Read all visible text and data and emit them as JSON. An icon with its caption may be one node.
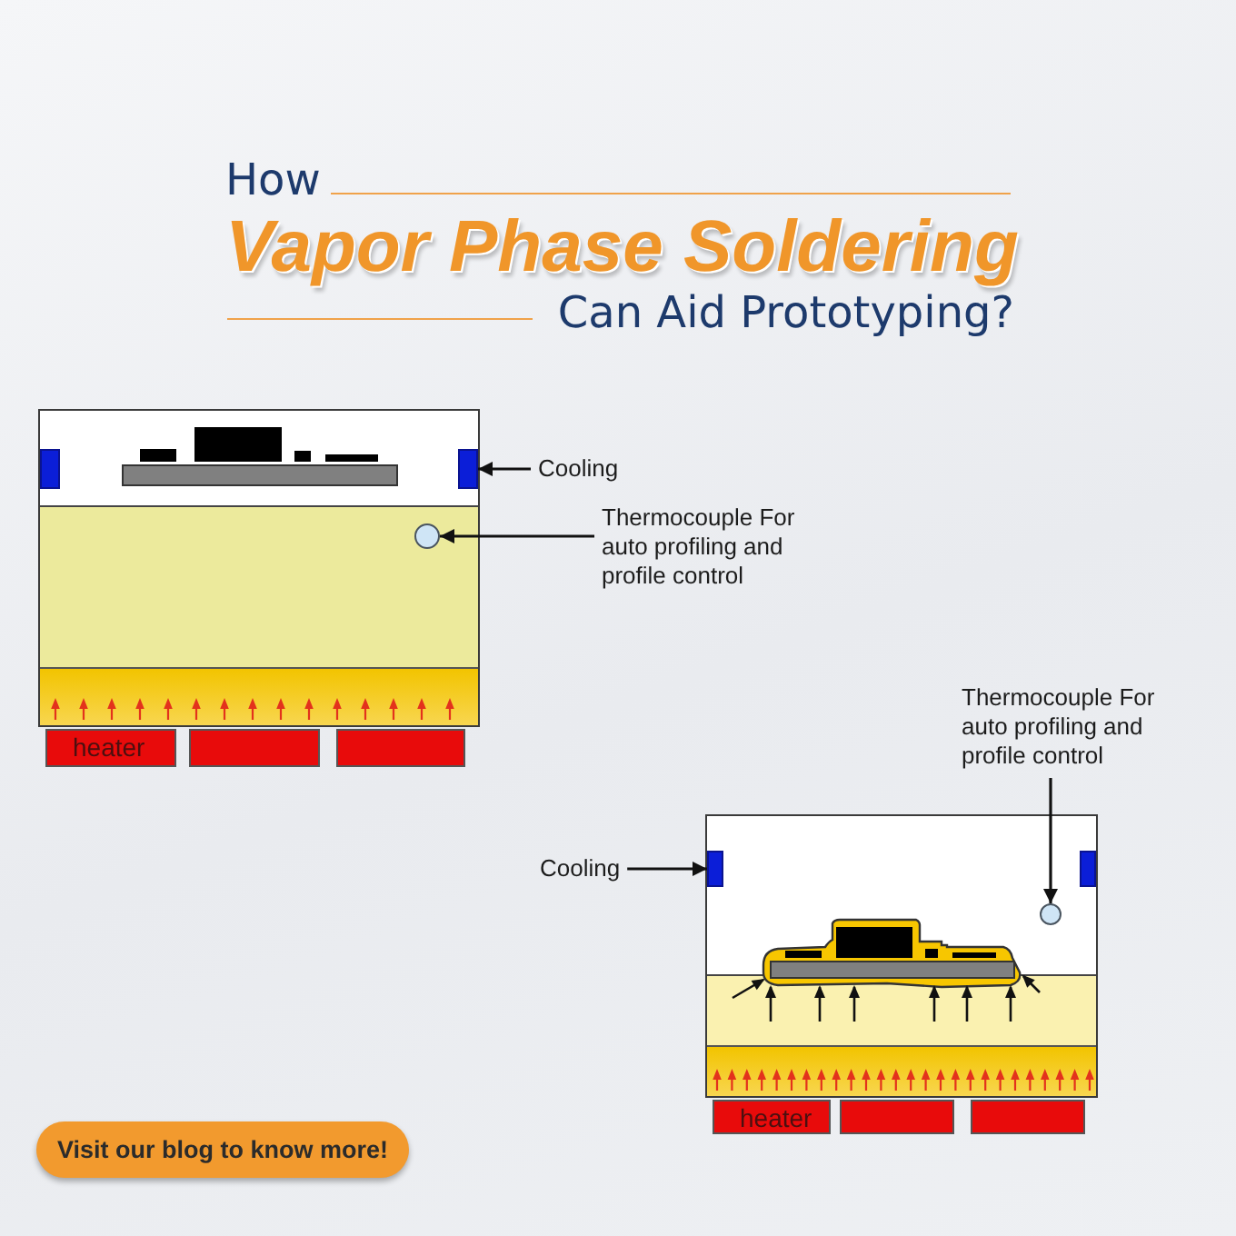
{
  "diagram": {
    "title": "How **Vapor Phase Soldering** Can Aid Prototyping?",
    "nodes": [
      {
        "text": [],
        "shape": "box"
      },
      {
        "text": [],
        "shape": "bar",
        "in": 0
      },
      {
        "text": [],
        "shape": "bar",
        "in": 0
      },
      {
        "text": [
          "Cooling"
        ]
      },
      {
        "text": [],
        "shape": "circle",
        "in": 0
      },
      {
        "text": [
          "Thermocouple For auto profiling and profile control"
        ]
      },
      {
        "text": [],
        "shape": "box",
        "in": 0
      },
      {
        "text": [
          "heater"
        ]
      },
      {
        "text": [],
        "shape": "box"
      },
      {
        "text": [],
        "shape": "box"
      },
      {
        "text": [
          "Thermocouple For auto profiling and profile control"
        ]
      },
      {
        "text": [
          "Cooling"
        ]
      },
      {
        "text": [],
        "shape": "box"
      },
      {
        "text": [],
        "shape": "bar",
        "in": 12
      },
      {
        "text": [],
        "shape": "bar",
        "in": 12
      },
      {
        "text": [],
        "shape": "circle",
        "in": 12
      },
      {
        "text": [],
        "shape": "box",
        "in": 12
      },
      {
        "text": [
          "heater"
        ]
      },
      {
        "text": [],
        "shape": "box"
      },
      {
        "text": [],
        "shape": "box"
      },
      {
        "text": [
          "Visit our blog to know more!"
        ]
      }
    ],
    "edges": [
      {
        "from": 3,
        "to": 2,
        "arrow": "to"
      },
      {
        "from": 5,
        "to": 4,
        "arrow": "to"
      },
      {
        "from": 11,
        "to": 13,
        "arrow": "to"
      },
      {
        "from": 10,
        "to": 15,
        "arrow": "to"
      }
    ]
  }
}
